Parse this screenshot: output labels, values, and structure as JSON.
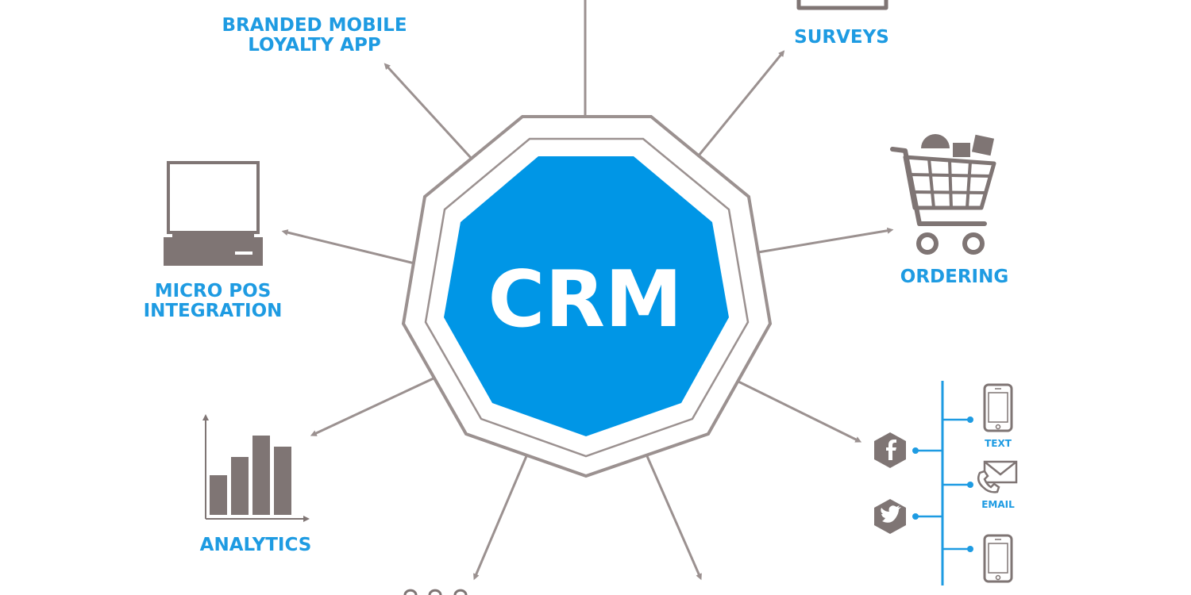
{
  "center": {
    "label": "CRM"
  },
  "nodes": {
    "loyalty_app": {
      "line1": "BRANDED MOBILE",
      "line2": "LOYALTY APP"
    },
    "surveys": {
      "label": "SURVEYS"
    },
    "micro_pos": {
      "line1": "MICRO POS",
      "line2": "INTEGRATION"
    },
    "ordering": {
      "label": "ORDERING"
    },
    "analytics": {
      "label": "ANALYTICS"
    },
    "channels": {
      "text": "TEXT",
      "email": "EMAIL"
    }
  },
  "colors": {
    "accent_blue": "#0096e6",
    "label_blue": "#1e9be2",
    "gray": "#7f7574",
    "line_gray": "#9b9190"
  },
  "icons": [
    "monitor-icon",
    "shopping-cart-icon",
    "bar-chart-icon",
    "clipboard-icon",
    "facebook-icon",
    "twitter-icon",
    "smartphone-icon",
    "email-icon"
  ]
}
